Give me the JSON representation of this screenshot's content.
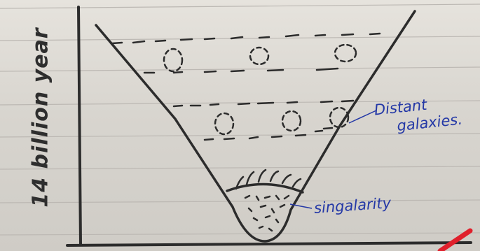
{
  "axis": {
    "ylabel": "14 billion year"
  },
  "annotations": {
    "distant_galaxies": [
      "Distant",
      "galaxies."
    ],
    "singularity": "singalarity"
  },
  "colors": {
    "paper": "#dad7d1",
    "pencil": "#2c2c2c",
    "blue_ink": "#2438a6",
    "red_mark": "#e0202c"
  }
}
